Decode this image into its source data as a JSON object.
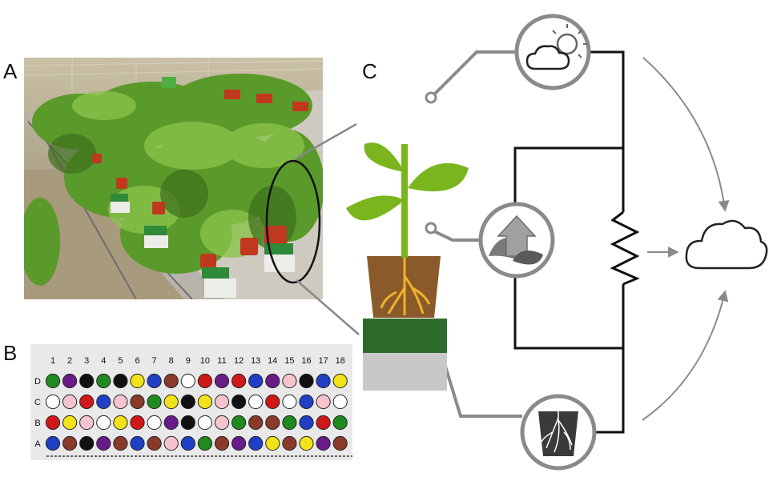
{
  "labels": {
    "a": "A",
    "b": "B",
    "c": "C"
  },
  "grid": {
    "columns": [
      "1",
      "2",
      "3",
      "4",
      "5",
      "6",
      "7",
      "8",
      "9",
      "10",
      "11",
      "12",
      "13",
      "14",
      "15",
      "16",
      "17",
      "18"
    ],
    "rows": [
      {
        "label": "D",
        "cells": [
          "green",
          "purple",
          "black",
          "green",
          "black",
          "yellow",
          "blue",
          "brown",
          "white",
          "red",
          "purple",
          "red",
          "blue",
          "purple",
          "pink",
          "black",
          "blue",
          "yellow"
        ]
      },
      {
        "label": "C",
        "cells": [
          "white",
          "pink",
          "red",
          "blue",
          "pink",
          "brown",
          "green",
          "yellow",
          "black",
          "yellow",
          "pink",
          "black",
          "white",
          "red",
          "white",
          "blue",
          "pink",
          "white"
        ]
      },
      {
        "label": "B",
        "cells": [
          "red",
          "yellow",
          "pink",
          "white",
          "yellow",
          "red",
          "white",
          "purple",
          "black",
          "white",
          "pink",
          "green",
          "brown",
          "brown",
          "green",
          "blue",
          "red",
          "green"
        ]
      },
      {
        "label": "A",
        "cells": [
          "blue",
          "brown",
          "black",
          "purple",
          "brown",
          "blue",
          "brown",
          "pink",
          "blue",
          "green",
          "brown",
          "purple",
          "blue",
          "yellow",
          "brown",
          "yellow",
          "purple",
          "brown"
        ]
      }
    ]
  },
  "palette": {
    "green": "#1f8a1f",
    "purple": "#6a1b8a",
    "black": "#111111",
    "yellow": "#f2e21a",
    "blue": "#1f3fc7",
    "brown": "#8a3a2a",
    "white": "#ffffff",
    "red": "#d01818",
    "pink": "#f6c4cc"
  },
  "icons": [
    "weather-cloud-sun-icon",
    "plant-transpiration-icon",
    "soil-roots-icon",
    "cloud-output-icon",
    "resistor-icon"
  ],
  "colors": {
    "leaf": "#7ab51d",
    "pot": "#8b5a2b",
    "tray": "#2e6b2a",
    "stand": "#c8c8c8",
    "wire": "#111111",
    "circle": "#8a8a8a"
  }
}
